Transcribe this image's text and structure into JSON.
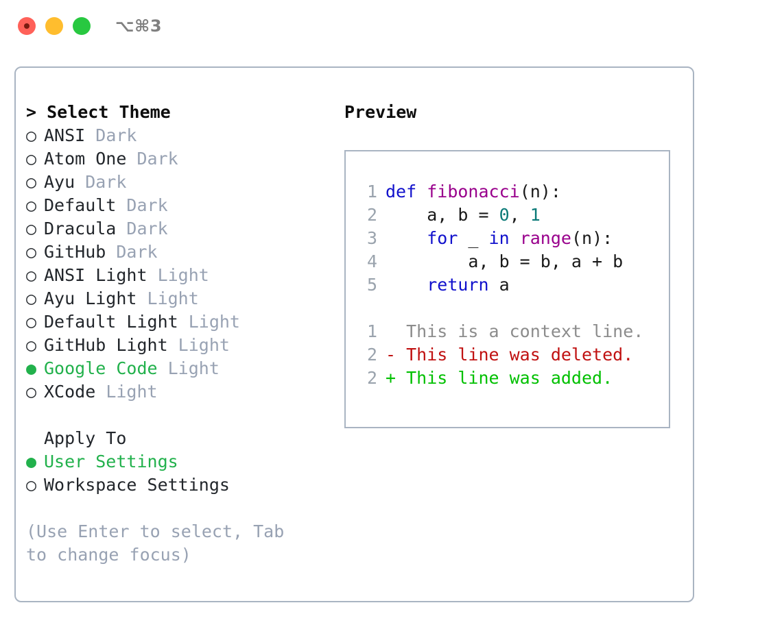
{
  "titlebar": {
    "shortcut": "⌥⌘3",
    "buttons": [
      {
        "name": "close",
        "color": "#ff6159"
      },
      {
        "name": "minimize",
        "color": "#ffbd2e"
      },
      {
        "name": "maximize",
        "color": "#28c840"
      }
    ]
  },
  "accent": {
    "selected_green": "#22b14c",
    "muted_gray": "#98a2b3",
    "border": "#a9b4c2"
  },
  "theme_list": {
    "heading": "> Select Theme",
    "marker_selected": "●",
    "marker_unselected": "○",
    "items": [
      {
        "marker": "○",
        "name": "ANSI",
        "kind": "Dark",
        "selected": false
      },
      {
        "marker": "○",
        "name": "Atom One",
        "kind": "Dark",
        "selected": false
      },
      {
        "marker": "○",
        "name": "Ayu",
        "kind": "Dark",
        "selected": false
      },
      {
        "marker": "○",
        "name": "Default",
        "kind": "Dark",
        "selected": false
      },
      {
        "marker": "○",
        "name": "Dracula",
        "kind": "Dark",
        "selected": false
      },
      {
        "marker": "○",
        "name": "GitHub",
        "kind": "Dark",
        "selected": false
      },
      {
        "marker": "○",
        "name": "ANSI Light",
        "kind": "Light",
        "selected": false
      },
      {
        "marker": "○",
        "name": "Ayu Light",
        "kind": "Light",
        "selected": false
      },
      {
        "marker": "○",
        "name": "Default Light",
        "kind": "Light",
        "selected": false
      },
      {
        "marker": "○",
        "name": "GitHub Light",
        "kind": "Light",
        "selected": false
      },
      {
        "marker": "●",
        "name": "Google Code",
        "kind": "Light",
        "selected": true
      },
      {
        "marker": "○",
        "name": "XCode",
        "kind": "Light",
        "selected": false
      }
    ]
  },
  "apply_to": {
    "heading": "Apply To",
    "options": [
      {
        "marker": "●",
        "label": "User Settings",
        "selected": true
      },
      {
        "marker": "○",
        "label": "Workspace Settings",
        "selected": false
      }
    ]
  },
  "hint": "(Use Enter to select, Tab to change focus)",
  "preview": {
    "heading": "Preview",
    "code_lines": [
      {
        "no": "1",
        "tokens": [
          {
            "t": "def",
            "c": "kw"
          },
          {
            "t": " ",
            "c": "txt"
          },
          {
            "t": "fibonacci",
            "c": "fn"
          },
          {
            "t": "(n):",
            "c": "punc"
          }
        ]
      },
      {
        "no": "2",
        "tokens": [
          {
            "t": "    a, b = ",
            "c": "txt"
          },
          {
            "t": "0",
            "c": "num"
          },
          {
            "t": ", ",
            "c": "txt"
          },
          {
            "t": "1",
            "c": "num"
          }
        ]
      },
      {
        "no": "3",
        "tokens": [
          {
            "t": "    ",
            "c": "txt"
          },
          {
            "t": "for",
            "c": "kw"
          },
          {
            "t": " _ ",
            "c": "txt"
          },
          {
            "t": "in",
            "c": "kw"
          },
          {
            "t": " ",
            "c": "txt"
          },
          {
            "t": "range",
            "c": "fn"
          },
          {
            "t": "(n):",
            "c": "punc"
          }
        ]
      },
      {
        "no": "4",
        "tokens": [
          {
            "t": "        a, b = b, a + b",
            "c": "txt"
          }
        ]
      },
      {
        "no": "5",
        "tokens": [
          {
            "t": "    ",
            "c": "txt"
          },
          {
            "t": "return",
            "c": "kw"
          },
          {
            "t": " a",
            "c": "txt"
          }
        ]
      }
    ],
    "diff_lines": [
      {
        "no": "1",
        "sign": " ",
        "text": " This is a context line.",
        "kind": "ctx"
      },
      {
        "no": "2",
        "sign": "-",
        "text": " This line was deleted.",
        "kind": "del"
      },
      {
        "no": "2",
        "sign": "+",
        "text": " This line was added.",
        "kind": "add"
      }
    ]
  }
}
